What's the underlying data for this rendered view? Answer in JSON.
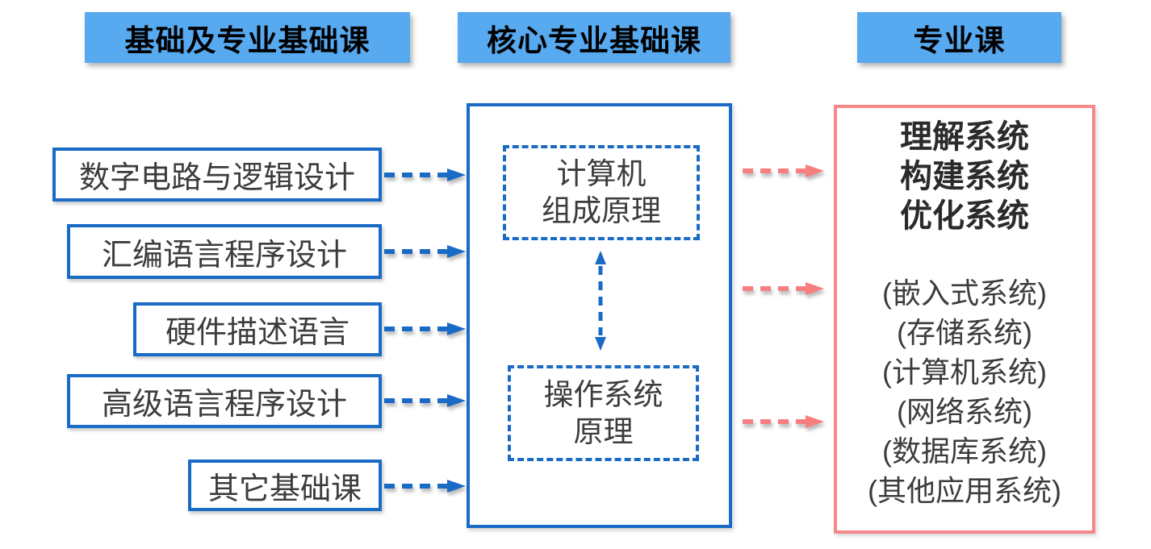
{
  "colors": {
    "header_bg": "#57a9f0",
    "blue": "#1a6bc6",
    "pink": "#f6878b",
    "pink_arrow": "#f87f80",
    "text_dark": "#3c3c3c",
    "header_text": "#000000"
  },
  "headers": {
    "col1": "基础及专业基础课",
    "col2": "核心专业基础课",
    "col3": "专业课"
  },
  "foundation_courses": [
    "数字电路与逻辑设计",
    "汇编语言程序设计",
    "硬件描述语言",
    "高级语言程序设计",
    "其它基础课"
  ],
  "core_courses": {
    "course1": {
      "line1": "计算机",
      "line2": "组成原理"
    },
    "course2": {
      "line1": "操作系统",
      "line2": "原理"
    }
  },
  "professional": {
    "goals": [
      "理解系统",
      "构建系统",
      "优化系统"
    ],
    "systems": [
      "(嵌入式系统)",
      "(存储系统)",
      "(计算机系统)",
      "(网络系统)",
      "(数据库系统)",
      "(其他应用系统)"
    ]
  }
}
